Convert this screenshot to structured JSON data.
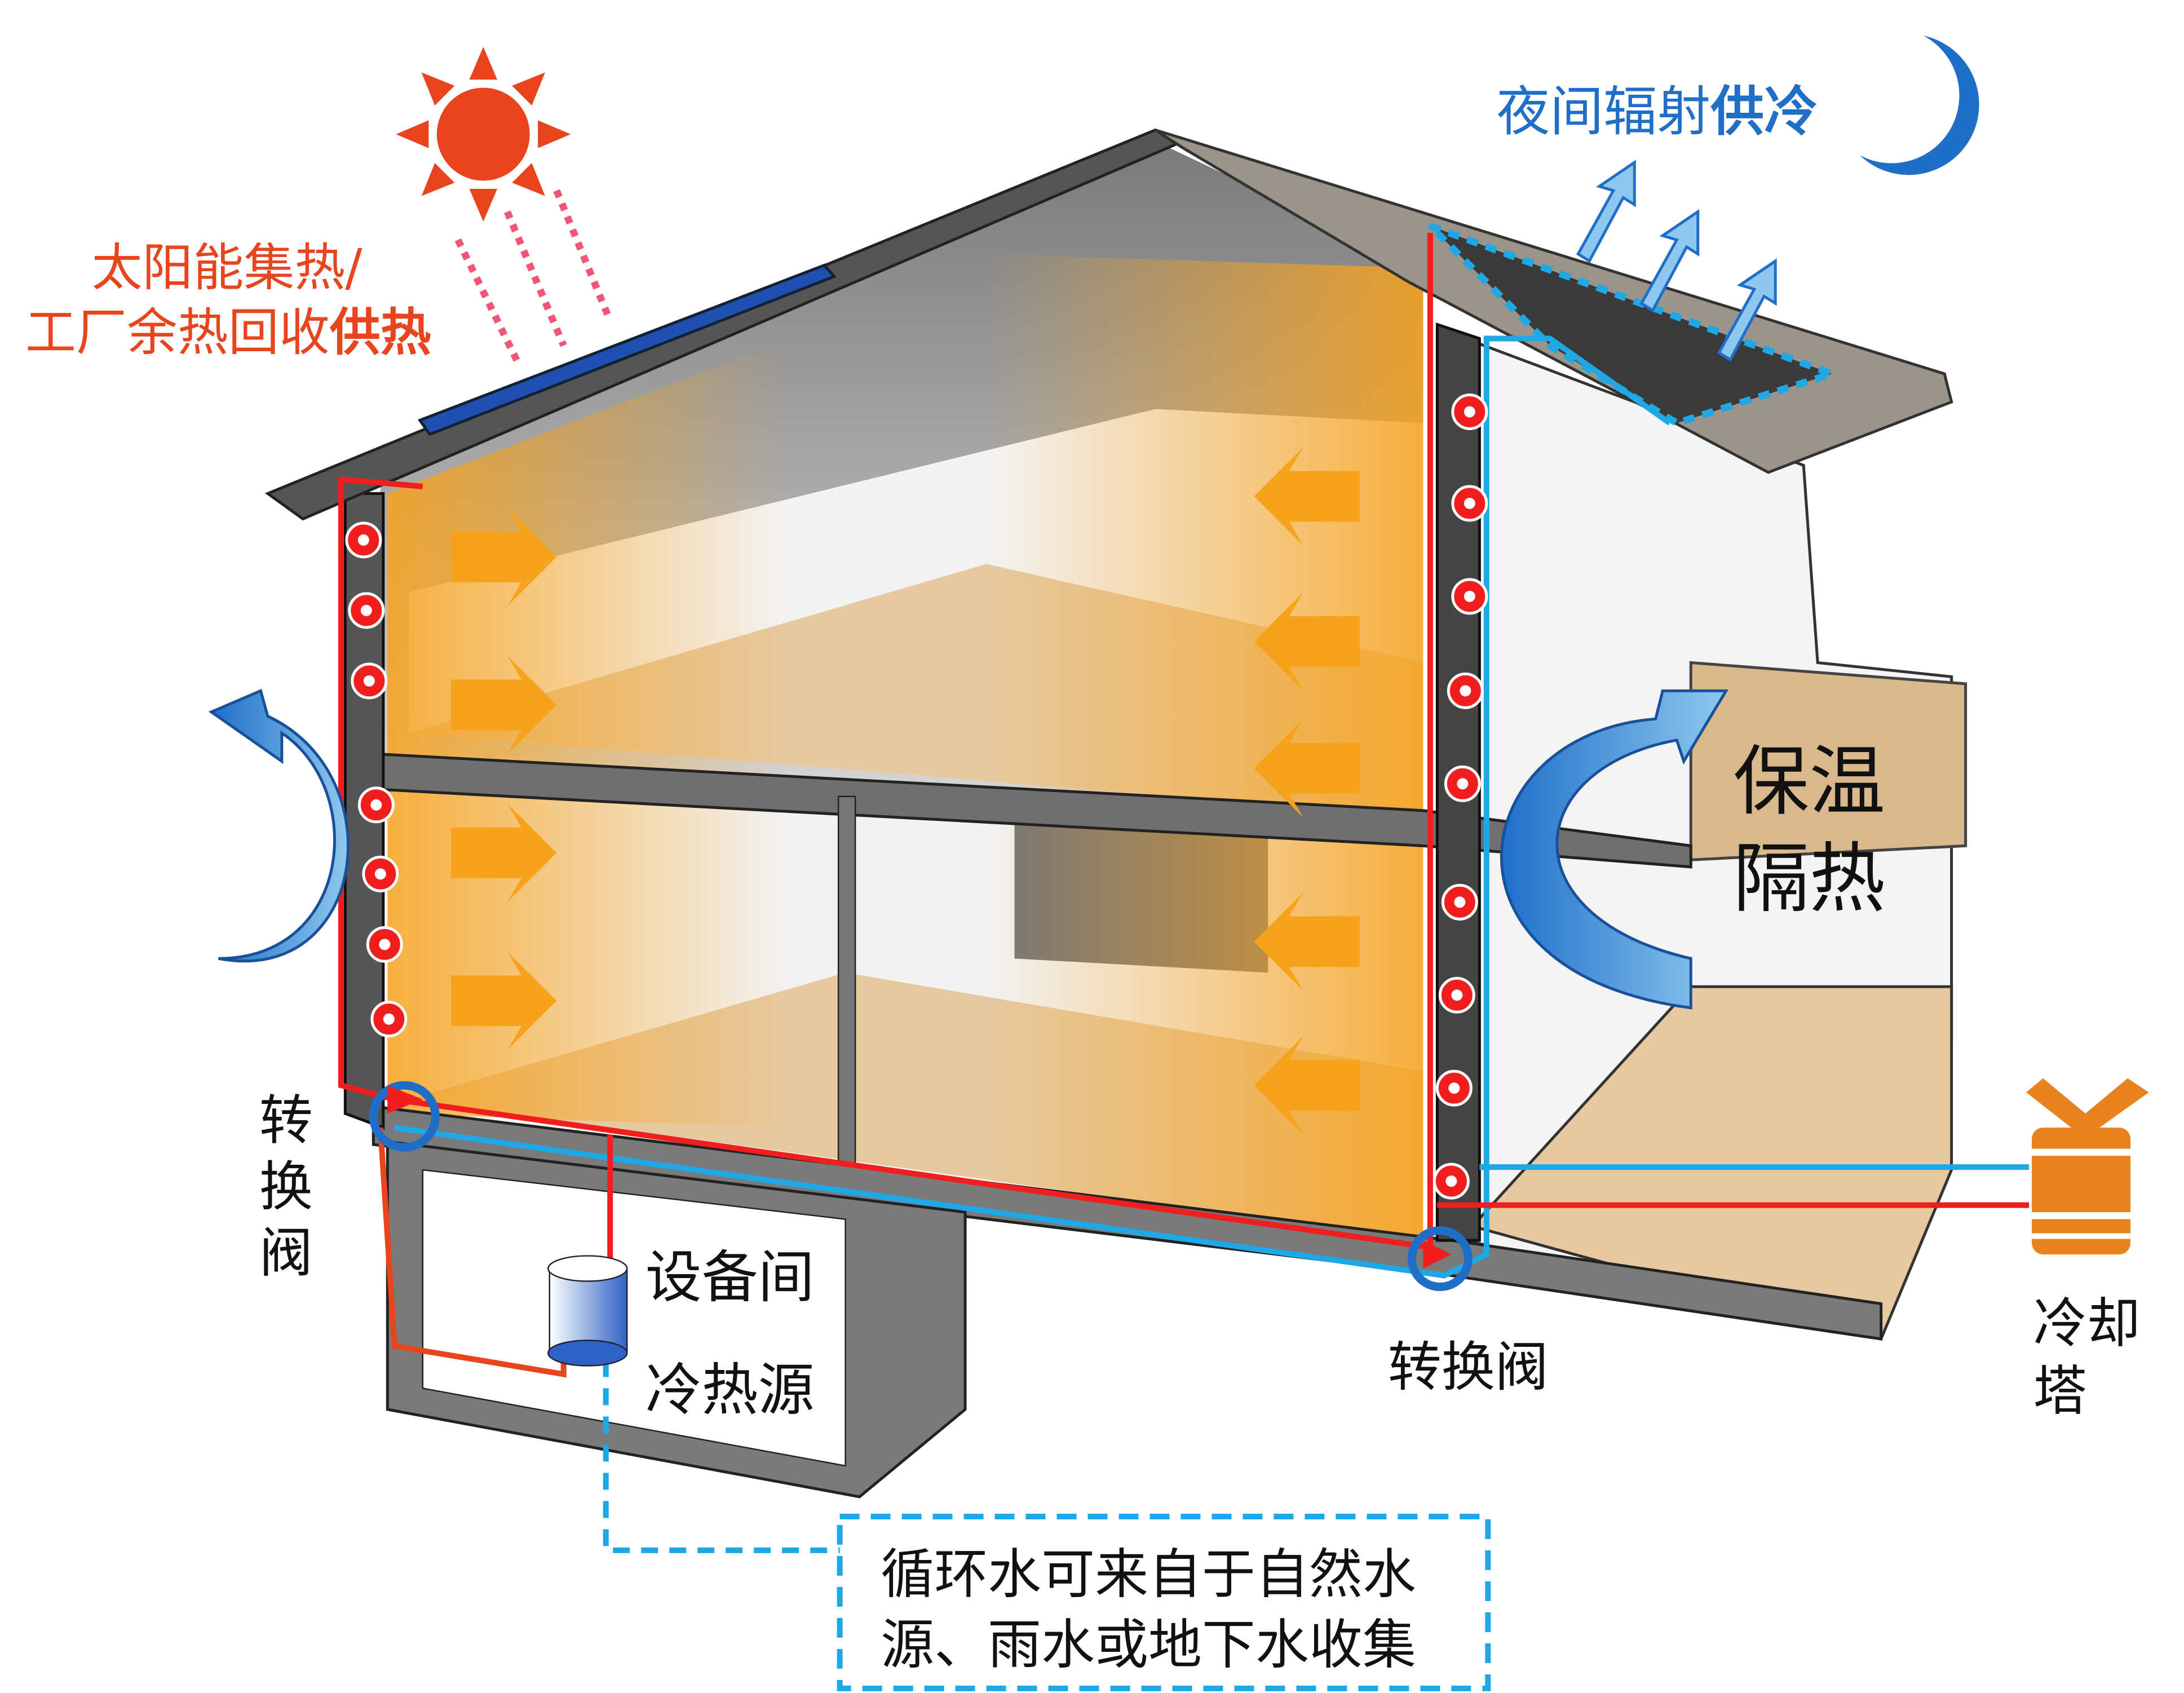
{
  "labels": {
    "solar_line1": "太阳能集热/",
    "solar_line2_regular": "工厂余热回收",
    "solar_line2_bold": "供热",
    "night_regular": "夜间辐射",
    "night_bold": "供冷",
    "insulation_line1": "保温",
    "insulation_line2": "隔热",
    "valve_left": [
      "转",
      "换",
      "阀"
    ],
    "valve_bottom": "转换阀",
    "equipment_room": "设备间",
    "heat_source": "冷热源",
    "cooling_tower_line1": "冷却",
    "cooling_tower_line2": "塔",
    "note_line1": "循环水可来自于自然水",
    "note_line2": "源、雨水或地下水收集"
  },
  "colors": {
    "heat": "#e8441e",
    "cool": "#1f6fc9",
    "pipe_red": "#f01e1e",
    "pipe_blue": "#1ea8e6",
    "orange_arrow": "#f7a21b",
    "tower": "#e8821e"
  }
}
